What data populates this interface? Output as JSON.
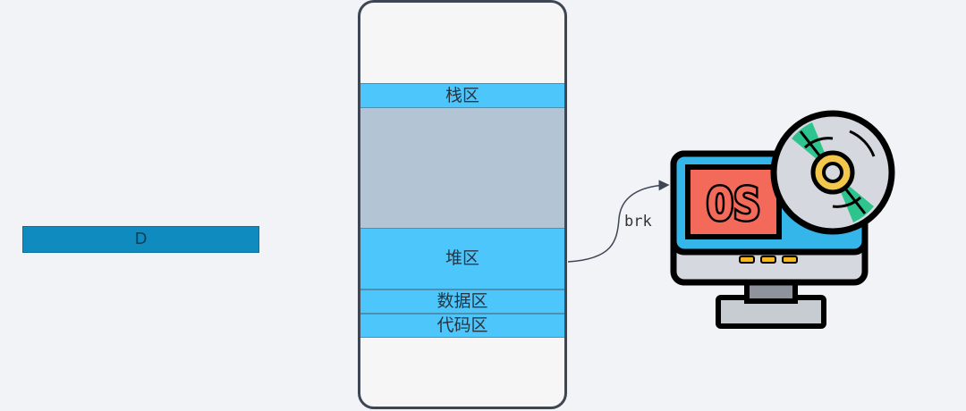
{
  "left_bar": {
    "label": "D"
  },
  "memory": {
    "stack": "栈区",
    "heap": "堆区",
    "data": "数据区",
    "code": "代码区"
  },
  "arrow_label": "brk",
  "icon": {
    "name": "os-computer-icon",
    "text": "OS"
  },
  "colors": {
    "segment": "#4dc6fb",
    "free_space": "#b3c4d5",
    "bar": "#0f8bbf",
    "screen": "#f46a5a",
    "disc_ring": "#2ec48e"
  }
}
